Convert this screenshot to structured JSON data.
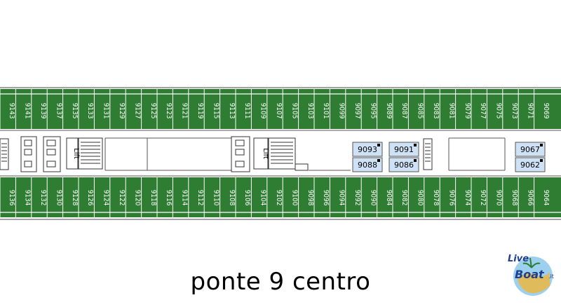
{
  "caption": "ponte 9 centro",
  "logo": {
    "line1": "Live",
    "line2": "Boat",
    "suffix": ".it"
  },
  "lift_label": "Lift",
  "top_cabins": [
    "9143",
    "9141",
    "9139",
    "9137",
    "9135",
    "9133",
    "9131",
    "9129",
    "9127",
    "9125",
    "9123",
    "9121",
    "9119",
    "9115",
    "9113",
    "9111",
    "9109",
    "9107",
    "9105",
    "9103",
    "9101",
    "9099",
    "9097",
    "9095",
    "9089",
    "9087",
    "9085",
    "9083",
    "9081",
    "9079",
    "9077",
    "9075",
    "9073",
    "9071",
    "9069"
  ],
  "bottom_cabins": [
    "9136",
    "9134",
    "9132",
    "9130",
    "9128",
    "9126",
    "9124",
    "9122",
    "9120",
    "9118",
    "9116",
    "9114",
    "9112",
    "9110",
    "9108",
    "9106",
    "9104",
    "9102",
    "9100",
    "9098",
    "9096",
    "9094",
    "9092",
    "9090",
    "9084",
    "9082",
    "9080",
    "9078",
    "9076",
    "9074",
    "9072",
    "9070",
    "9068",
    "9066",
    "9064"
  ],
  "inner_cabins": [
    {
      "top": "9093",
      "bottom": "9088"
    },
    {
      "top": "9091",
      "bottom": "9086"
    },
    {
      "top": "9067",
      "bottom": "9062"
    }
  ],
  "colors": {
    "cabin_green": "#2e7d32",
    "inner_blue": "#cfe2f5"
  }
}
